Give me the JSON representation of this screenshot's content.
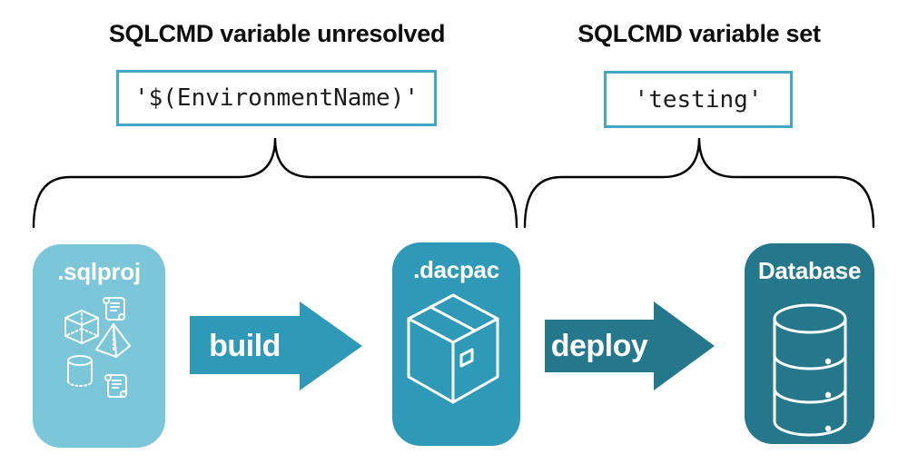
{
  "canvas": {
    "background": "#ffffff"
  },
  "annotations": {
    "left": {
      "title": "SQLCMD variable unresolved",
      "code": "'$(EnvironmentName)'",
      "box_border_color": "#41a7c2"
    },
    "right": {
      "title": "SQLCMD variable set",
      "code": "'testing'",
      "box_border_color": "#41a7c2"
    }
  },
  "braces": {
    "color": "#000000",
    "count": 2
  },
  "pipeline": {
    "stages": [
      {
        "label": ".sqlproj",
        "color": "#7cc6da",
        "icon": "sql-objects-icon"
      },
      {
        "label": ".dacpac",
        "color": "#2e9ab7",
        "icon": "package-icon"
      },
      {
        "label": "Database",
        "color": "#25788c",
        "icon": "database-icon"
      }
    ],
    "arrows": [
      {
        "label": "build",
        "color": "#2e9ab7"
      },
      {
        "label": "deploy",
        "color": "#25788c"
      }
    ]
  }
}
